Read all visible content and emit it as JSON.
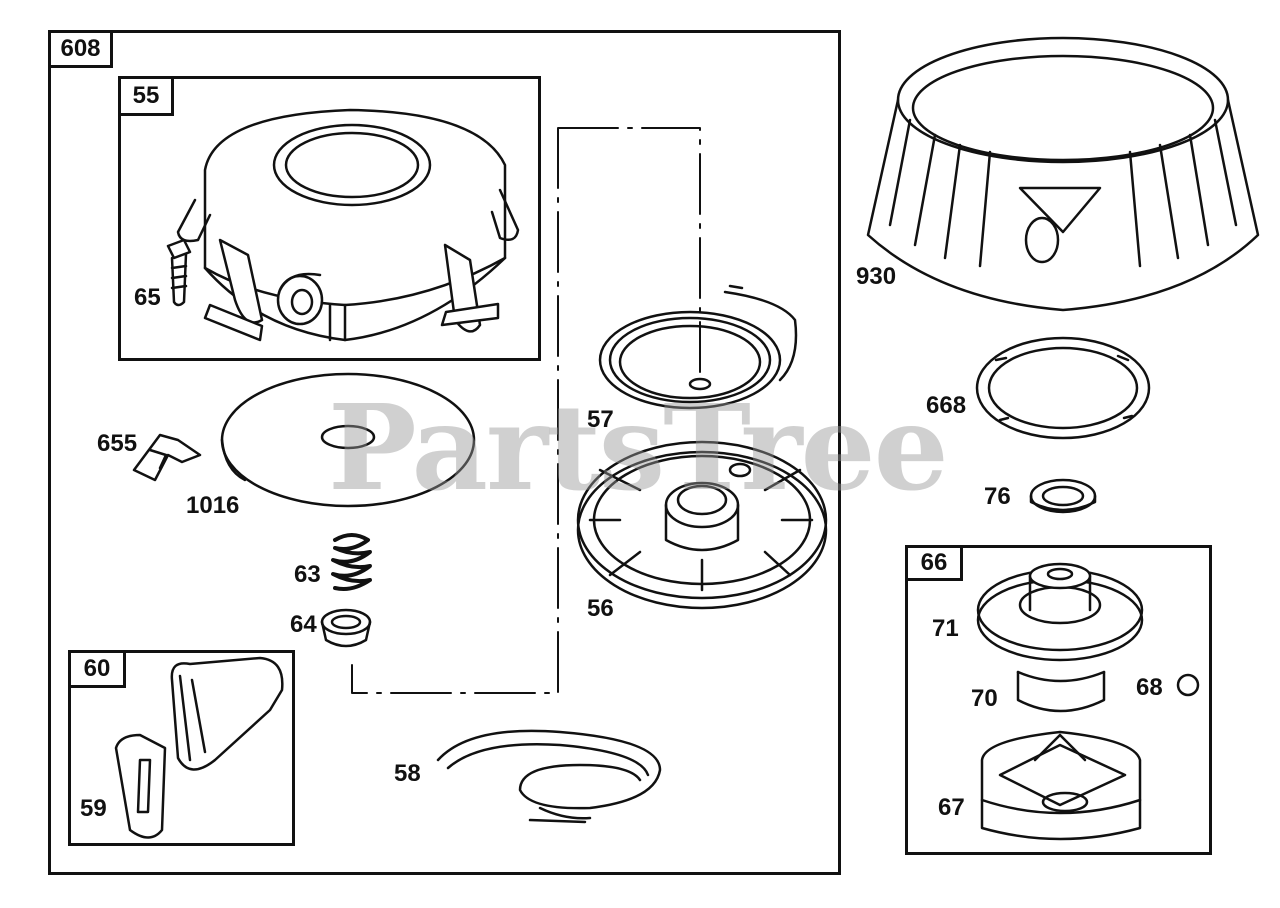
{
  "watermark": "PartsTree",
  "colors": {
    "ink": "#111111",
    "paper": "#ffffff",
    "watermark": "#969696"
  },
  "groups": [
    {
      "id": "608",
      "label": "608"
    },
    {
      "id": "55",
      "label": "55"
    },
    {
      "id": "60",
      "label": "60"
    },
    {
      "id": "66",
      "label": "66"
    }
  ],
  "callouts": {
    "p65": "65",
    "p655": "655",
    "p1016": "1016",
    "p63": "63",
    "p64": "64",
    "p59": "59",
    "p57": "57",
    "p56": "56",
    "p58": "58",
    "p930": "930",
    "p668": "668",
    "p76": "76",
    "p71": "71",
    "p70": "70",
    "p68": "68",
    "p67": "67"
  },
  "icons": [
    "blower-housing",
    "bolt",
    "clip",
    "disc-plate",
    "spring",
    "retainer-cup",
    "rope-handle",
    "handle-insert",
    "recoil-spring",
    "pulley",
    "starter-rope",
    "rotating-screen",
    "ring-plate",
    "washer",
    "starter-clutch",
    "ball",
    "clutch-housing"
  ]
}
